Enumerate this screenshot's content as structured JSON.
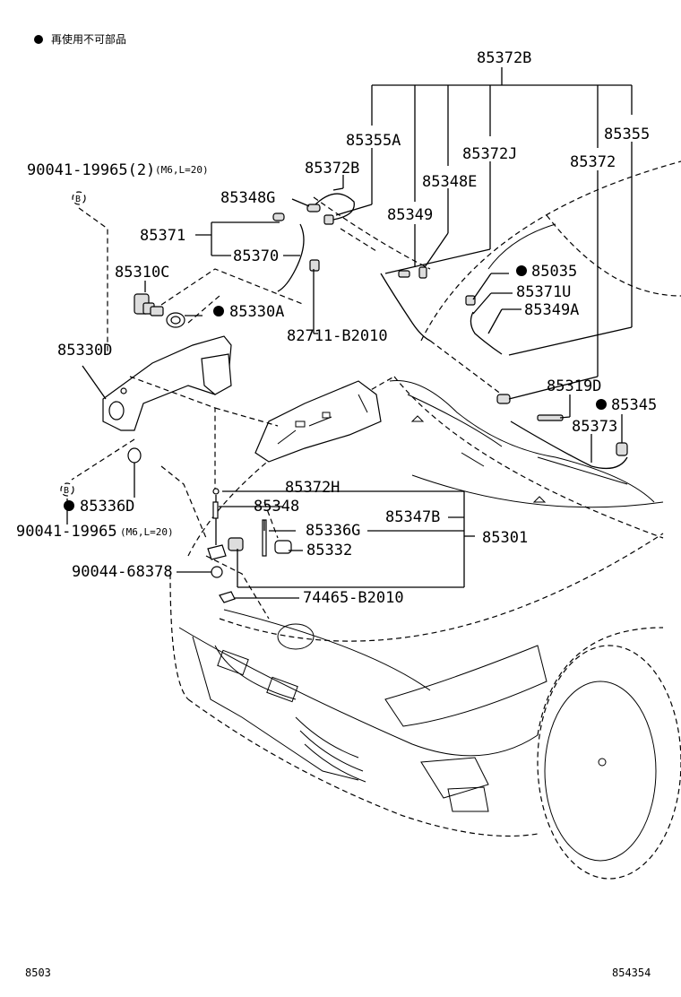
{
  "legend": {
    "marker": "●",
    "text": "再使用不可部品"
  },
  "labels": {
    "p85372B_top": "85372B",
    "p85355A": "85355A",
    "p85372J": "85372J",
    "p85355": "85355",
    "p85372": "85372",
    "p90041_top": "90041-19965(2)",
    "p90041_top_spec": "(M6,L=20)",
    "p85372B_mid": "85372B",
    "p85348E": "85348E",
    "p85348G": "85348G",
    "p85349": "85349",
    "p85371": "85371",
    "p85370": "85370",
    "p85310C": "85310C",
    "p85035": "85035",
    "p85371U": "85371U",
    "p85330A": "85330A",
    "p85349A": "85349A",
    "p82711": "82711-B2010",
    "p85330D": "85330D",
    "p85319D": "85319D",
    "p85345": "85345",
    "p85373": "85373",
    "p85372H": "85372H",
    "p85348": "85348",
    "p85347B": "85347B",
    "p85336D": "85336D",
    "p85336G": "85336G",
    "p85301": "85301",
    "p90041_bot": "90041-19965",
    "p90041_bot_spec": "(M6,L=20)",
    "p85332": "85332",
    "p90044": "90044-68378",
    "p74465": "74465-B2010"
  },
  "callout_marker": "B",
  "footer": {
    "left": "8503",
    "right": "854354"
  }
}
